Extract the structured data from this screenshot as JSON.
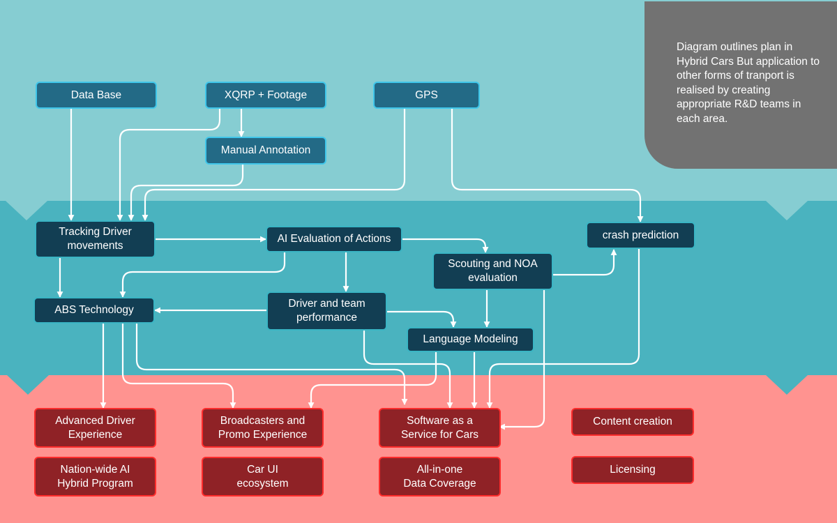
{
  "note": {
    "text": "Diagram outlines plan in\nHybrid Cars But application to\nother forms of tranport is\nrealised by creating\nappropriate R&D teams in\neach area."
  },
  "nodes": {
    "data_base": "Data Base",
    "xqrp_footage": "XQRP + Footage",
    "gps": "GPS",
    "manual_annotation": "Manual Annotation",
    "tracking_driver": "Tracking Driver\nmovements",
    "ai_evaluation": "AI Evaluation of Actions",
    "crash_prediction": "crash prediction",
    "scouting_noa": "Scouting and NOA\nevaluation",
    "abs_technology": "ABS Technology",
    "driver_team_performance": "Driver and team\nperformance",
    "language_modeling": "Language Modeling",
    "advanced_driver_experience": "Advanced Driver\nExperience",
    "broadcasters_promo": "Broadcasters and\nPromo Experience",
    "software_service": "Software as a\nService for Cars",
    "content_creation": "Content creation",
    "nationwide_ai": "Nation-wide AI\nHybrid Program",
    "car_ui": "Car UI\necosystem",
    "all_in_one": "All-in-one\nData Coverage",
    "licensing": "Licensing"
  },
  "colors": {
    "top_band": "#86cdd2",
    "middle_band": "#4ab3bf",
    "bottom_band": "#ff9390",
    "note_bg": "#727272",
    "source_box": "#236a86",
    "process_box": "#123e53",
    "output_box": "#8f2226",
    "arrow": "#ffffff"
  }
}
